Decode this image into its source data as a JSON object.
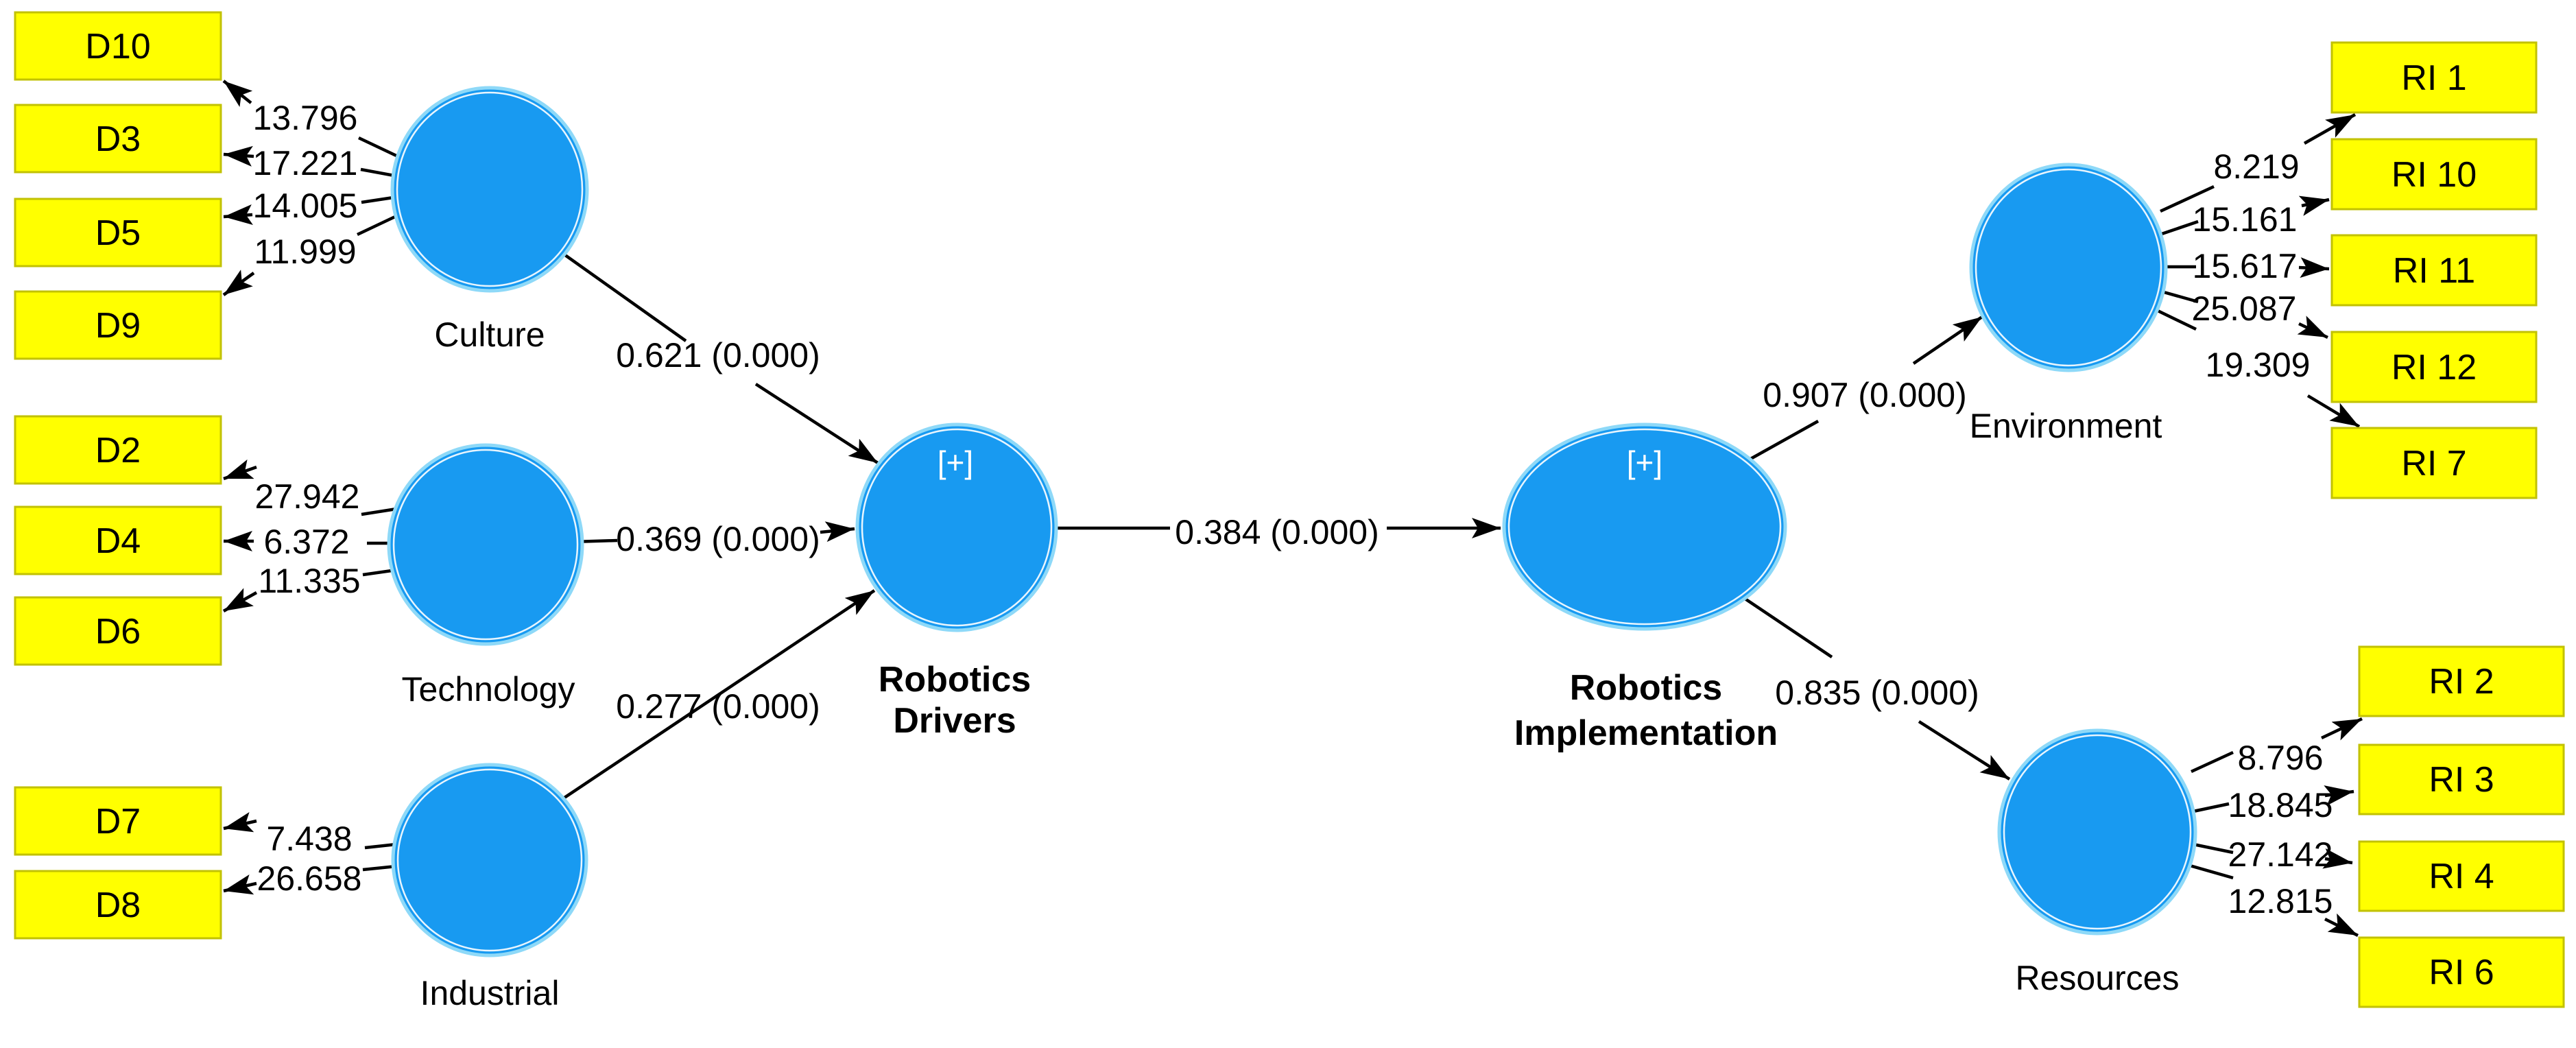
{
  "colors": {
    "construct-fill": "#189af1",
    "construct-stroke": "#8ed9f8",
    "indicator-fill": "#ffff00",
    "indicator-stroke": "#c2c200",
    "connector": "#000000",
    "badge-text": "#ffffff",
    "label-text": "#000000",
    "canvas-background": "#ffffff"
  },
  "constructs": {
    "culture": {
      "label": "Culture"
    },
    "technology": {
      "label": "Technology"
    },
    "industrial": {
      "label": "Industrial"
    },
    "robotics_drivers": {
      "line1": "Robotics",
      "line2": "Drivers",
      "badge": "[+]"
    },
    "robotics_implementation": {
      "line1": "Robotics",
      "line2": "Implementation",
      "badge": "[+]"
    },
    "environment": {
      "label": "Environment"
    },
    "resources": {
      "label": "Resources"
    }
  },
  "indicators": {
    "culture": [
      {
        "id": "D10",
        "t_value": "13.796"
      },
      {
        "id": "D3",
        "t_value": "17.221"
      },
      {
        "id": "D5",
        "t_value": "14.005"
      },
      {
        "id": "D9",
        "t_value": "11.999"
      }
    ],
    "technology": [
      {
        "id": "D2",
        "t_value": "27.942"
      },
      {
        "id": "D4",
        "t_value": "6.372"
      },
      {
        "id": "D6",
        "t_value": "11.335"
      }
    ],
    "industrial": [
      {
        "id": "D7",
        "t_value": "7.438"
      },
      {
        "id": "D8",
        "t_value": "26.658"
      }
    ],
    "environment": [
      {
        "id": "RI 1",
        "t_value": "8.219"
      },
      {
        "id": "RI 10",
        "t_value": "15.161"
      },
      {
        "id": "RI 11",
        "t_value": "15.617"
      },
      {
        "id": "RI 12",
        "t_value": "25.087"
      },
      {
        "id": "RI 7",
        "t_value": "19.309"
      }
    ],
    "resources": [
      {
        "id": "RI 2",
        "t_value": "8.796"
      },
      {
        "id": "RI 3",
        "t_value": "18.845"
      },
      {
        "id": "RI 4",
        "t_value": "27.142"
      },
      {
        "id": "RI 6",
        "t_value": "12.815"
      }
    ]
  },
  "paths": {
    "culture_to_drivers": {
      "from": "Culture",
      "to": "Robotics Drivers",
      "label": "0.621 (0.000)"
    },
    "technology_to_drivers": {
      "from": "Technology",
      "to": "Robotics Drivers",
      "label": "0.369 (0.000)"
    },
    "industrial_to_drivers": {
      "from": "Industrial",
      "to": "Robotics Drivers",
      "label": "0.277 (0.000)"
    },
    "drivers_to_implementation": {
      "from": "Robotics Drivers",
      "to": "Robotics Implementation",
      "label": "0.384 (0.000)"
    },
    "implementation_to_environment": {
      "from": "Robotics Implementation",
      "to": "Environment",
      "label": "0.907 (0.000)"
    },
    "implementation_to_resources": {
      "from": "Robotics Implementation",
      "to": "Resources",
      "label": "0.835 (0.000)"
    }
  }
}
